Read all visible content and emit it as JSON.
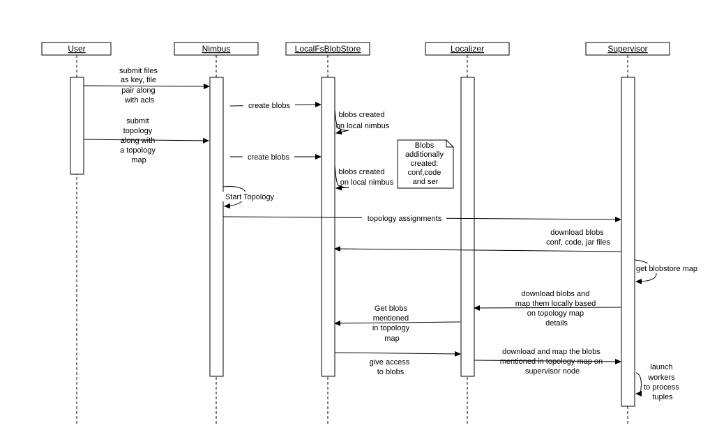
{
  "participants": {
    "user": "User",
    "nimbus": "Nimbus",
    "blobstore": "LocalFsBlobStore",
    "localizer": "Localizer",
    "supervisor": "Supervisor"
  },
  "messages": {
    "submit_files": [
      "submit files",
      "as key, file",
      "pair along",
      "with acls"
    ],
    "create_blobs_1": "create blobs",
    "blobs_created_1": [
      "blobs created",
      "on local nimbus"
    ],
    "submit_topology": [
      "submit",
      "topology",
      "along with",
      "a topology",
      "map"
    ],
    "create_blobs_2": "create blobs",
    "blobs_created_2": [
      "blobs created",
      "on local nimbus"
    ],
    "start_topology": "Start Topology",
    "topology_assignments": "topology assignments",
    "download_blobs": [
      "download blobs",
      "conf, code, jar files"
    ],
    "get_blobstore_map": "get blobstore map",
    "download_and_map": [
      "download blobs and",
      "map them locally based",
      "on topology map",
      "details"
    ],
    "get_blobs_mentioned": [
      "Get blobs",
      "mentioned",
      "in topology",
      "map"
    ],
    "download_and_map_supervisor": [
      "download and map the blobs",
      "mentioned in topology map on",
      "supervisor node"
    ],
    "give_access": [
      "give access",
      "to blobs"
    ],
    "launch_workers": [
      "launch",
      "workers",
      "to process",
      "tuples"
    ]
  },
  "note": {
    "lines": [
      "Blobs",
      "additionally",
      "created:",
      "conf,code",
      "and ser"
    ]
  }
}
